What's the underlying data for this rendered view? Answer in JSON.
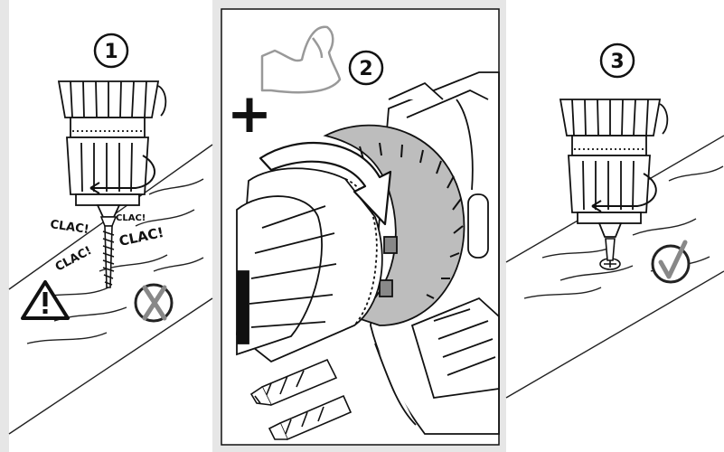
{
  "panels": {
    "left": {
      "step_number": "1",
      "sounds": [
        "CLAC!",
        "CLAC!",
        "CLAC!",
        "CLAC!"
      ],
      "result": "wrong"
    },
    "middle": {
      "step_number": "2",
      "extra_symbol": "+",
      "hint": "flexed-arm"
    },
    "right": {
      "step_number": "3",
      "result": "correct"
    }
  },
  "colors": {
    "background": "#e6e6e6",
    "panel": "#ffffff",
    "line": "#111111",
    "collar": "#bdbdbd"
  }
}
